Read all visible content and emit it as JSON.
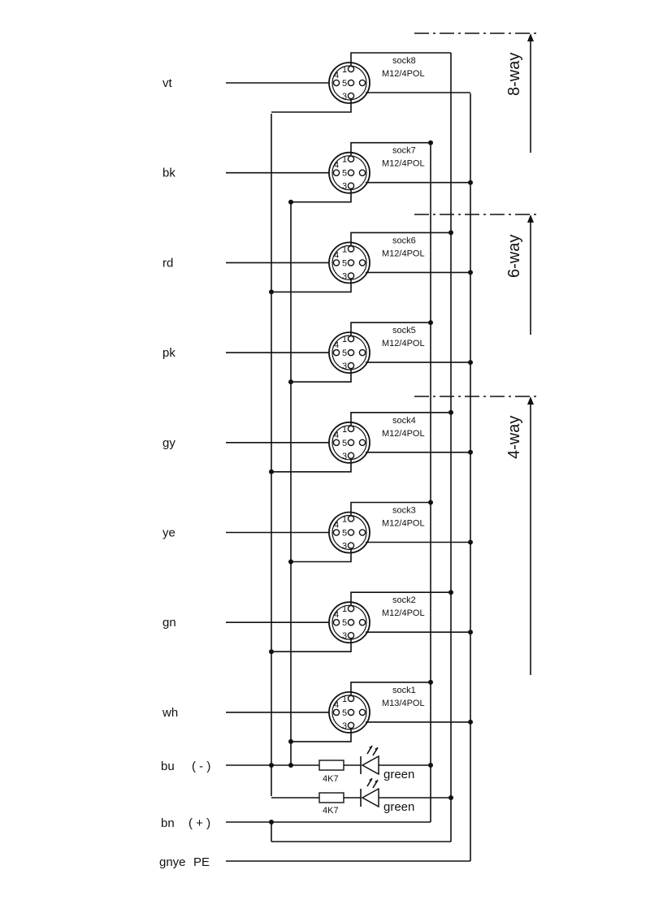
{
  "wire_colors": [
    "vt",
    "bk",
    "rd",
    "pk",
    "gy",
    "ye",
    "gn",
    "wh"
  ],
  "sockets": [
    {
      "name": "sock8",
      "type": "M12/4POL"
    },
    {
      "name": "sock7",
      "type": "M12/4POL"
    },
    {
      "name": "sock6",
      "type": "M12/4POL"
    },
    {
      "name": "sock5",
      "type": "M12/4POL"
    },
    {
      "name": "sock4",
      "type": "M12/4POL"
    },
    {
      "name": "sock3",
      "type": "M12/4POL"
    },
    {
      "name": "sock2",
      "type": "M12/4POL"
    },
    {
      "name": "sock1",
      "type": "M13/4POL"
    }
  ],
  "pin_labels": {
    "p1": "1",
    "p4": "4",
    "p5": "5",
    "p3": "3"
  },
  "supply": {
    "bu": "bu",
    "bu_sign": "( - )",
    "bn": "bn",
    "bn_sign": "( + )",
    "gnye": "gnye",
    "pe": "PE"
  },
  "resistor_label": "4K7",
  "led_label": "green",
  "variants": {
    "eight": "8-way",
    "six": "6-way",
    "four": "4-way"
  }
}
